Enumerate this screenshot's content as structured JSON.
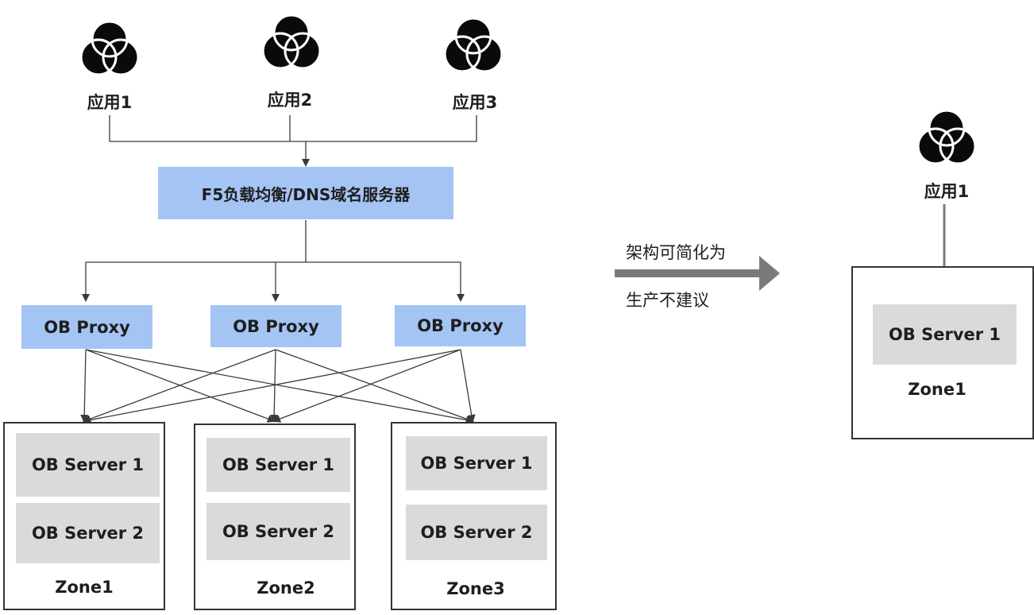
{
  "left": {
    "apps": [
      {
        "label": "应用1",
        "icon": "app-venn-icon"
      },
      {
        "label": "应用2",
        "icon": "app-venn-icon"
      },
      {
        "label": "应用3",
        "icon": "app-venn-icon"
      }
    ],
    "load_balancer": "F5负载均衡/DNS域名服务器",
    "proxies": [
      "OB Proxy",
      "OB Proxy",
      "OB Proxy"
    ],
    "zones": [
      {
        "label": "Zone1",
        "servers": [
          "OB Server 1",
          "OB Server 2"
        ]
      },
      {
        "label": "Zone2",
        "servers": [
          "OB Server 1",
          "OB Server 2"
        ]
      },
      {
        "label": "Zone3",
        "servers": [
          "OB Server 1",
          "OB Server 2"
        ]
      }
    ]
  },
  "middle": {
    "top_note": "架构可简化为",
    "bottom_note": "生产不建议",
    "arrow_icon": "right-arrow-icon"
  },
  "right": {
    "app": {
      "label": "应用1",
      "icon": "app-venn-icon"
    },
    "zone": {
      "label": "Zone1",
      "servers": [
        "OB Server 1"
      ]
    }
  },
  "colors": {
    "proxy_fill": "#a4c4f4",
    "server_fill": "#dadada",
    "arrow_gray": "#7a7a7a",
    "line": "#3a3a3a"
  }
}
